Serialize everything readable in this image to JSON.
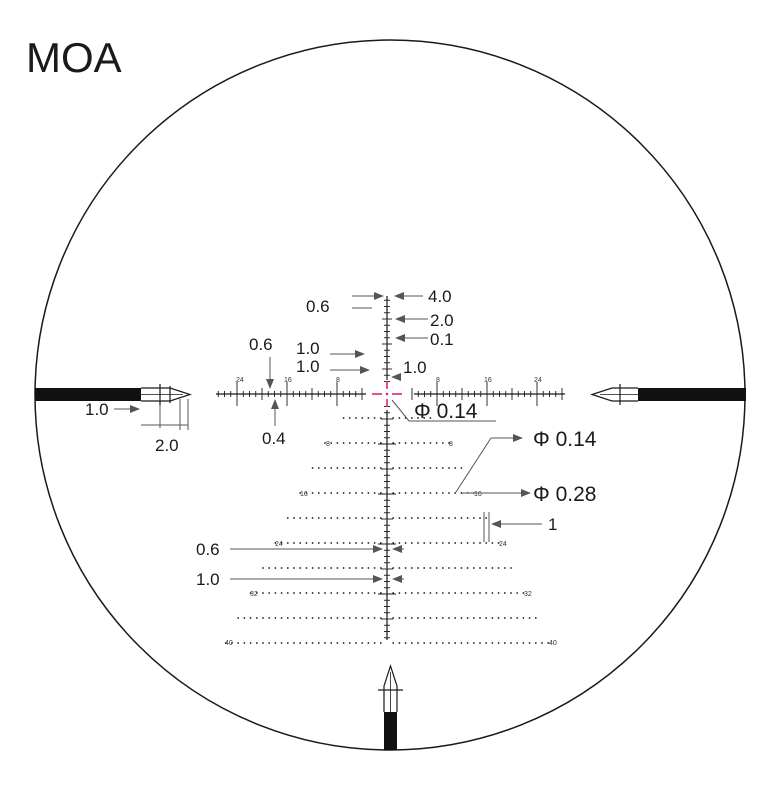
{
  "title": "MOA",
  "colors": {
    "stroke": "#1a1a1a",
    "center": "#e0207a",
    "background": "#ffffff"
  },
  "scale_labels": {
    "left": [
      "24",
      "16",
      "8"
    ],
    "right": [
      "8",
      "16",
      "24"
    ],
    "row_8": "8",
    "row_16": "16",
    "row_24": "24",
    "row_32": "32",
    "row_40": "40"
  },
  "callouts": {
    "top_width": "0.6",
    "top_4": "4.0",
    "top_2": "2.0",
    "top_01": "0.1",
    "left_06": "0.6",
    "left_10a": "1.0",
    "left_10b": "1.0",
    "right_10": "1.0",
    "phi_center": "Φ 0.14",
    "phi_dots": "Φ 0.14",
    "phi_big": "Φ 0.28",
    "horiz_04": "0.4",
    "post_10": "1.0",
    "post_20": "2.0",
    "gap_1": "1",
    "vert_06": "0.6",
    "vert_10": "1.0"
  }
}
